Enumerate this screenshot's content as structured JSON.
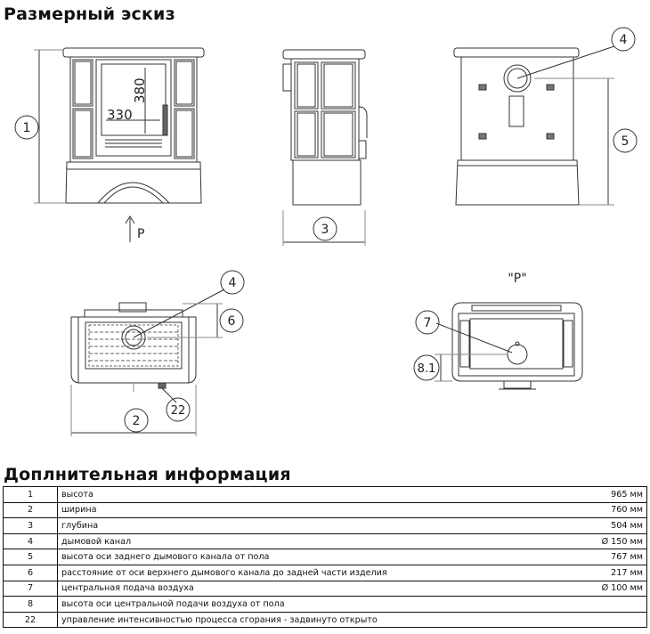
{
  "titles": {
    "sketch": "Размерный эскиз",
    "info": "Доплнительная информация"
  },
  "drawing": {
    "label_p_arrow": "P",
    "label_view_p": "\"P\"",
    "door_width": "330",
    "door_height": "380",
    "callouts": {
      "c1": "1",
      "c2": "2",
      "c3": "3",
      "c4_top": "4",
      "c4_plan": "4",
      "c5": "5",
      "c6": "6",
      "c7": "7",
      "c8": "8.1",
      "c22": "22"
    }
  },
  "rows": [
    {
      "num": "1",
      "desc": "высота",
      "val": "965 мм"
    },
    {
      "num": "2",
      "desc": "ширина",
      "val": "760 мм"
    },
    {
      "num": "3",
      "desc": "глубина",
      "val": "504 мм"
    },
    {
      "num": "4",
      "desc": "дымовой канал",
      "val": "Ø 150 мм"
    },
    {
      "num": "5",
      "desc": "высота оси заднего дымового канала от пола",
      "val": "767 мм"
    },
    {
      "num": "6",
      "desc": "расстояние от оси верхнего дымового канала до задней части изделия",
      "val": "217 мм"
    },
    {
      "num": "7",
      "desc": "центральная подача воздуха",
      "val": "Ø 100 мм"
    },
    {
      "num": "8",
      "desc": "высота оси центральной подачи воздуха от пола",
      "val": ""
    },
    {
      "num": "22",
      "desc": "управление интенсивностью процесса сгорания - задвинуто открыто",
      "val": ""
    }
  ]
}
